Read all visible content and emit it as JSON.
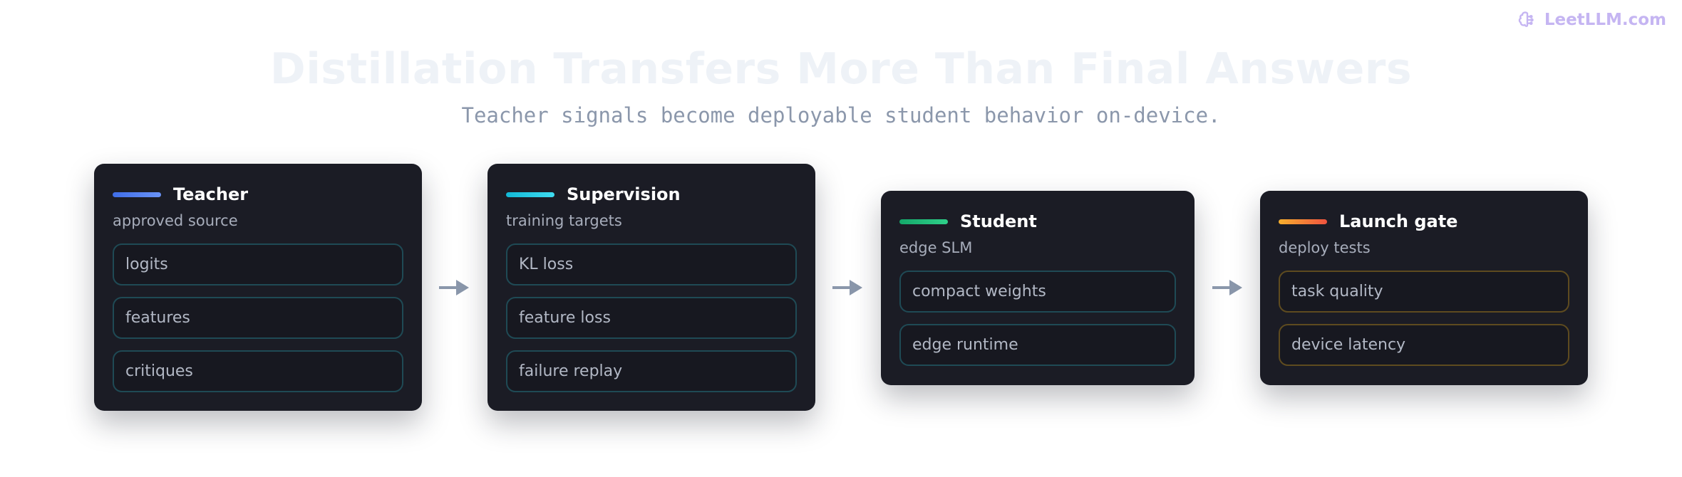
{
  "brand": {
    "label": "LeetLLM.com",
    "icon": "brain-icon"
  },
  "title": "Distillation Transfers More Than Final Answers",
  "subtitle": "Teacher signals become deployable student behavior on-device.",
  "cards": [
    {
      "title": "Teacher",
      "subtitle": "approved source",
      "accent": "#4f7cf0",
      "items": [
        "logits",
        "features",
        "critiques"
      ]
    },
    {
      "title": "Supervision",
      "subtitle": "training targets",
      "accent": "#1ec8e0",
      "items": [
        "KL loss",
        "feature loss",
        "failure replay"
      ]
    },
    {
      "title": "Student",
      "subtitle": "edge SLM",
      "accent": "#1fbf7a",
      "items": [
        "compact weights",
        "edge runtime"
      ]
    },
    {
      "title": "Launch gate",
      "subtitle": "deploy tests",
      "accent": "#f5883a",
      "items": [
        "task quality",
        "device latency"
      ]
    }
  ]
}
